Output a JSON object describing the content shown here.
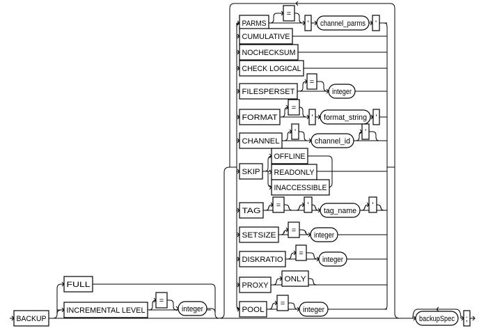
{
  "diagram": {
    "backup": "BACKUP",
    "level": {
      "full": "FULL",
      "incremental": "INCREMENTAL LEVEL",
      "equals": "=",
      "integer": "integer"
    },
    "options": {
      "parms": {
        "keyword": "PARMS",
        "equals": "=",
        "quote_open": "'",
        "value": "channel_parms",
        "quote_close": "'"
      },
      "cumulative": "CUMULATIVE",
      "nochecksum": "NOCHECKSUM",
      "check_logical": "CHECK LOGICAL",
      "filesperset": {
        "keyword": "FILESPERSET",
        "equals": "=",
        "value": "integer"
      },
      "format": {
        "keyword": "FORMAT",
        "equals": "=",
        "quote_open": "'",
        "value": "format_string",
        "quote_close": "'"
      },
      "channel": {
        "keyword": "CHANNEL",
        "quote_open": "'",
        "value": "channel_id",
        "quote_close": "'"
      },
      "skip": {
        "keyword": "SKIP",
        "choices": [
          "OFFLINE",
          "READONLY",
          "INACCESSIBLE"
        ]
      },
      "tag": {
        "keyword": "TAG",
        "equals": "=",
        "quote_open": "'",
        "value": "tag_name",
        "quote_close": "'"
      },
      "setsize": {
        "keyword": "SETSIZE",
        "equals": "=",
        "value": "integer"
      },
      "diskratio": {
        "keyword": "DISKRATIO",
        "equals": "=",
        "value": "integer"
      },
      "proxy": {
        "keyword": "PROXY",
        "only": "ONLY"
      },
      "pool": {
        "keyword": "POOL",
        "equals": "=",
        "value": "integer"
      }
    },
    "backup_spec": "backupSpec",
    "terminator": ";"
  }
}
